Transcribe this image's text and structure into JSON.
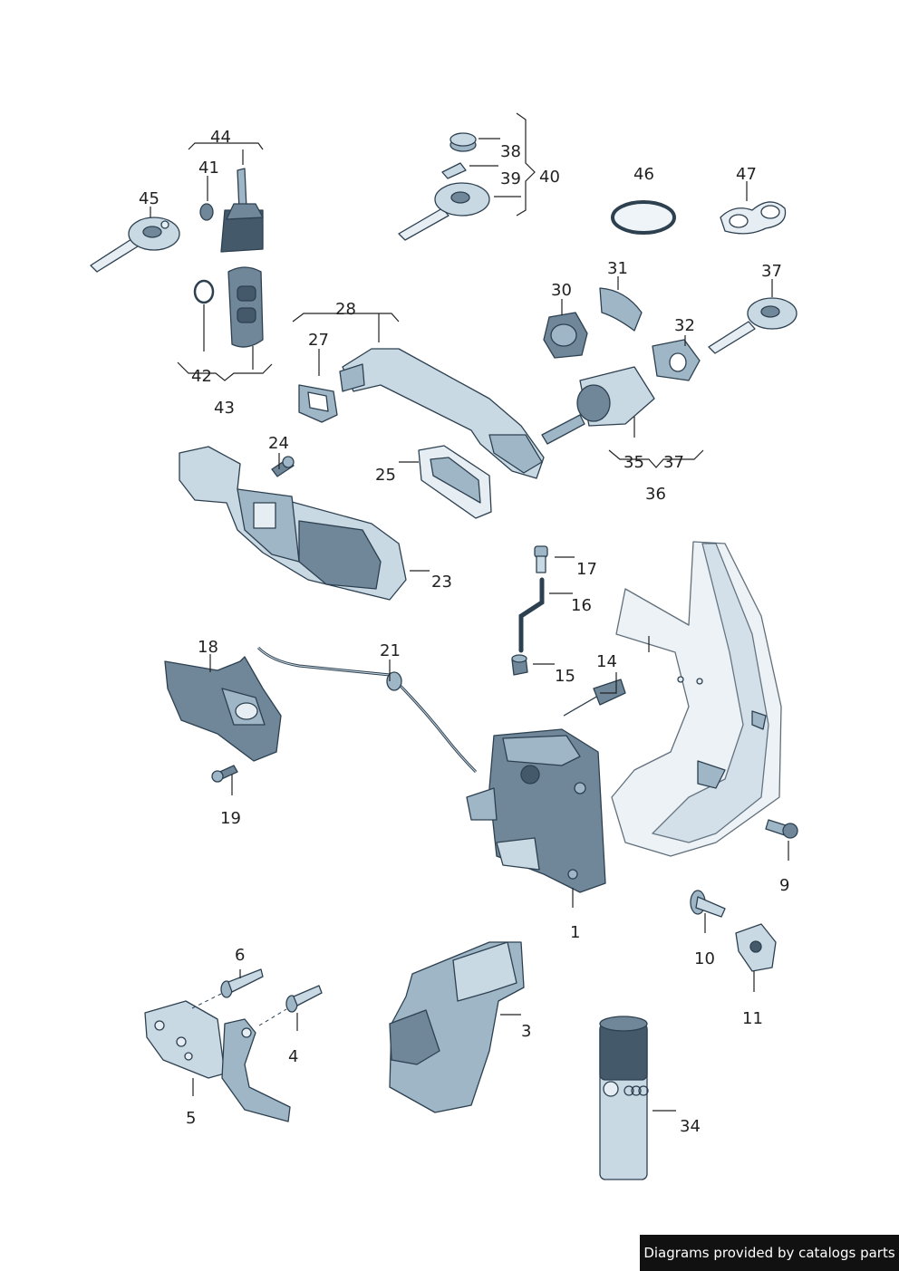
{
  "labels": {
    "l1": "1",
    "l3": "3",
    "l4": "4",
    "l5": "5",
    "l6": "6",
    "l9": "9",
    "l10": "10",
    "l11": "11",
    "l14": "14",
    "l15": "15",
    "l16": "16",
    "l17": "17",
    "l18": "18",
    "l19": "19",
    "l21": "21",
    "l23": "23",
    "l24": "24",
    "l25": "25",
    "l27": "27",
    "l28": "28",
    "l30": "30",
    "l31": "31",
    "l32": "32",
    "l34": "34",
    "l35": "35",
    "l36": "36",
    "l37a": "37",
    "l37b": "37",
    "l38": "38",
    "l39": "39",
    "l40": "40",
    "l41": "41",
    "l42": "42",
    "l43": "43",
    "l44": "44",
    "l45": "45",
    "l46": "46",
    "l47": "47"
  },
  "footer": {
    "text": "Diagrams provided by catalogs parts"
  }
}
